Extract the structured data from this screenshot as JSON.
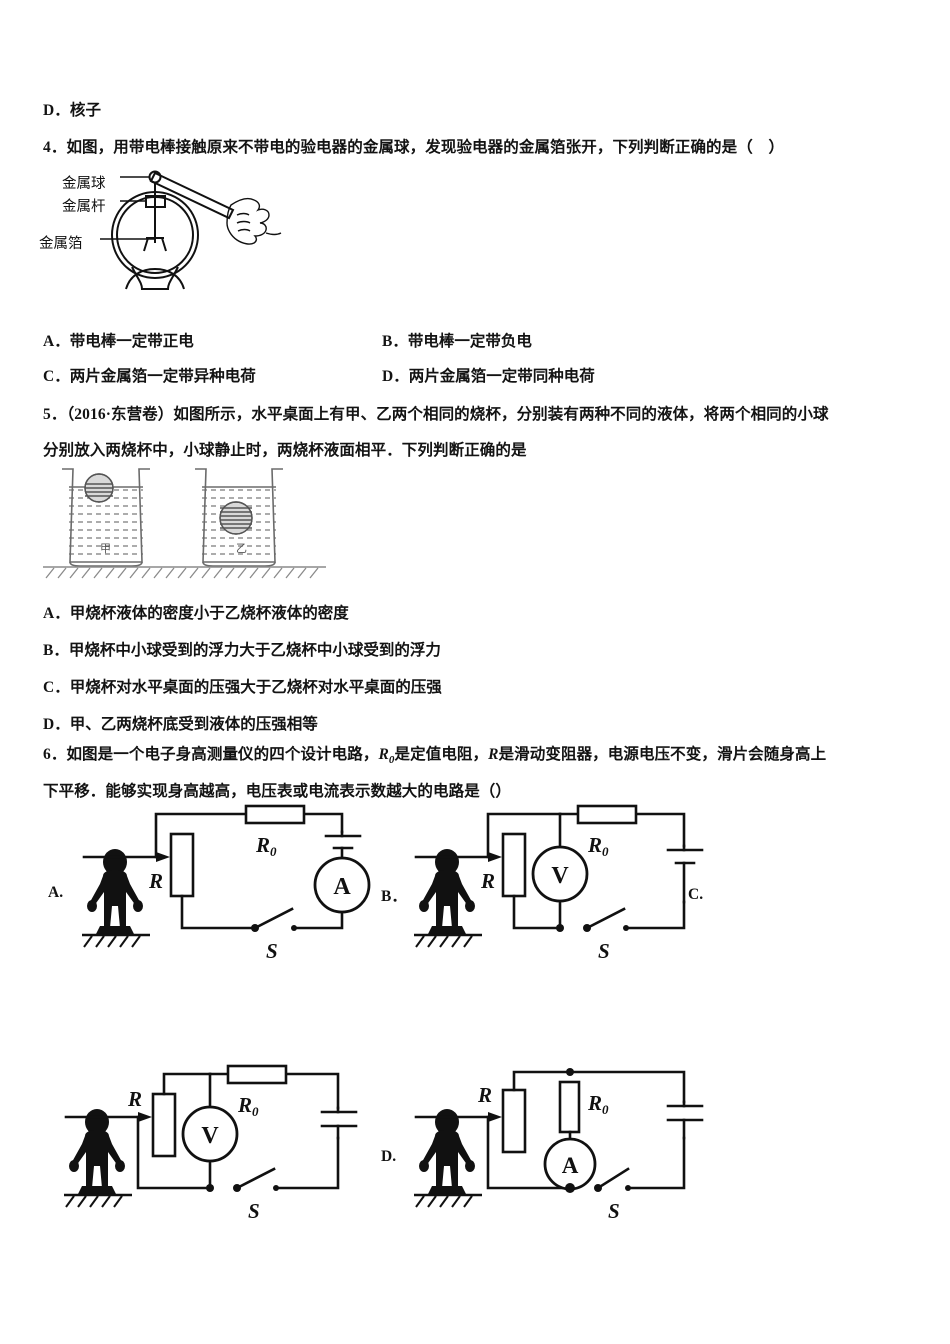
{
  "document": {
    "prev_option_d": "D．核子",
    "questions": [
      {
        "number": "4",
        "text": "4．如图，用带电棒接触原来不带电的验电器的金属球，发现验电器的金属箔张开，下列判断正确的是（　）",
        "figure_labels": {
          "metal_ball": "金属球",
          "metal_rod": "金属杆",
          "metal_foil": "金属箔"
        },
        "options": [
          {
            "label": "A．",
            "text": "带电棒一定带正电"
          },
          {
            "label": "B．",
            "text": "带电棒一定带负电"
          },
          {
            "label": "C．",
            "text": "两片金属箔一定带异种电荷"
          },
          {
            "label": "D．",
            "text": "两片金属箔一定带同种电荷"
          }
        ]
      },
      {
        "number": "5",
        "line1": "5．（2016·东营卷）如图所示，水平桌面上有甲、乙两个相同的烧杯，分别装有两种不同的液体，将两个相同的小球",
        "line2": "分别放入两烧杯中，小球静止时，两烧杯液面相平．下列判断正确的是",
        "options": [
          {
            "label": "A．",
            "text": "甲烧杯液体的密度小于乙烧杯液体的密度"
          },
          {
            "label": "B．",
            "text": "甲烧杯中小球受到的浮力大于乙烧杯中小球受到的浮力"
          },
          {
            "label": "C．",
            "text": "甲烧杯对水平桌面的压强大于乙烧杯对水平桌面的压强"
          },
          {
            "label": "D．",
            "text": "甲、乙两烧杯底受到液体的压强相等"
          }
        ]
      },
      {
        "number": "6",
        "line1_a": "6．如图是一个电子身高测量仪的四个设计电路，",
        "line1_b": "是定值电阻，",
        "line1_c": "是滑动变阻器，电源电压不变，滑片会随身高上",
        "line1_sym1": "R",
        "line1_sym1_sub": "0",
        "line1_sym2": "R",
        "line2": "下平移．能够实现身高越高，电压表或电流表示数越大的电路是（）",
        "circuits": [
          {
            "letter": "A.",
            "rheostat_label": "R",
            "resistor_label": "R",
            "resistor_sub": "0",
            "meter": "A",
            "switch_label": "S"
          },
          {
            "letter": "B．",
            "rheostat_label": "R",
            "resistor_label": "R",
            "resistor_sub": "0",
            "meter": "V",
            "switch_label": "S"
          },
          {
            "letter": "C.",
            "rheostat_label": "R",
            "resistor_label": "R",
            "resistor_sub": "0",
            "meter": "V",
            "switch_label": "S"
          },
          {
            "letter": "D.",
            "rheostat_label": "R",
            "resistor_label": "R",
            "resistor_sub": "0",
            "meter": "A",
            "switch_label": "S"
          }
        ]
      }
    ]
  },
  "colors": {
    "text": "#131313",
    "ink": "#111111",
    "figure_gray": "#6b6b6b",
    "page_bg": "#ffffff"
  }
}
